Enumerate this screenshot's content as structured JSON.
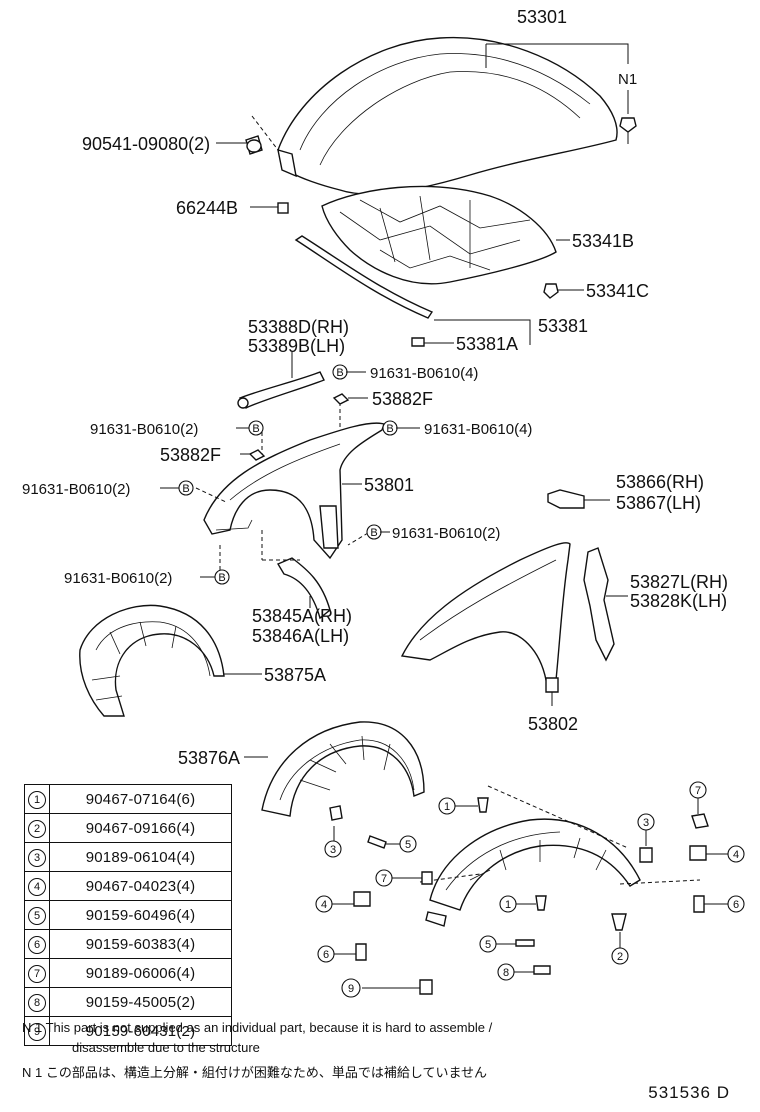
{
  "labels": {
    "p53301": "53301",
    "n1": "N1",
    "p90541": "90541-09080(2)",
    "p66244b": "66244B",
    "p53341b": "53341B",
    "p53341c": "53341C",
    "p53381": "53381",
    "p53381a": "53381A",
    "p53388d": "53388D(RH)",
    "p53389b": "53389B(LH)",
    "p91631_a": "91631-B0610(4)",
    "p53882f_a": "53882F",
    "p91631_b": "91631-B0610(2)",
    "p91631_c": "91631-B0610(4)",
    "p53882f_b": "53882F",
    "p91631_d": "91631-B0610(2)",
    "p53801": "53801",
    "p53866": "53866(RH)",
    "p53867": "53867(LH)",
    "p91631_e": "91631-B0610(2)",
    "p91631_f": "91631-B0610(2)",
    "p53827l": "53827L(RH)",
    "p53828k": "53828K(LH)",
    "p53845a": "53845A(RH)",
    "p53846a": "53846A(LH)",
    "p53875a": "53875A",
    "p53802": "53802",
    "p53876a": "53876A"
  },
  "callouts": {
    "b": "B",
    "c1": "1",
    "c2": "2",
    "c3": "3",
    "c4": "4",
    "c5": "5",
    "c6": "6",
    "c7": "7",
    "c8": "8",
    "c9": "9"
  },
  "legend": [
    {
      "idx": "1",
      "part": "90467-07164(6)"
    },
    {
      "idx": "2",
      "part": "90467-09166(4)"
    },
    {
      "idx": "3",
      "part": "90189-06104(4)"
    },
    {
      "idx": "4",
      "part": "90467-04023(4)"
    },
    {
      "idx": "5",
      "part": "90159-60496(4)"
    },
    {
      "idx": "6",
      "part": "90159-60383(4)"
    },
    {
      "idx": "7",
      "part": "90189-06006(4)"
    },
    {
      "idx": "8",
      "part": "90159-45005(2)"
    },
    {
      "idx": "9",
      "part": "90159-60431(2)"
    }
  ],
  "notes": {
    "line1": "N 1  This part is not supplied as an individual part, because it is hard to assemble /",
    "line2": "disassemble due to the structure",
    "line3": "N 1  この部品は、構造上分解・組付けが困難なため、単品では補給していません"
  },
  "diagram_code": "531536  D"
}
